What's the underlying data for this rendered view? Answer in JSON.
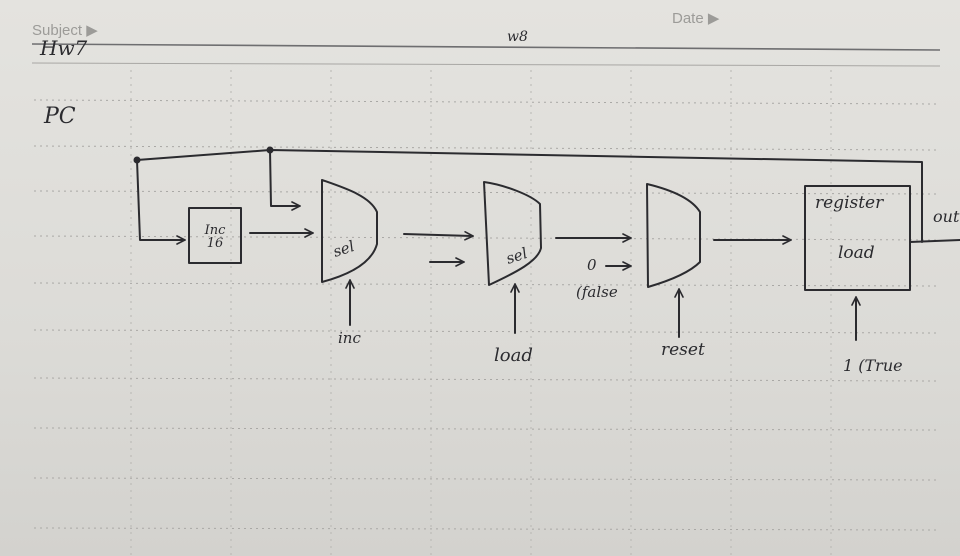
{
  "header": {
    "subject_label": "Subject ▶",
    "date_label": "Date ▶",
    "subject_value": "Hw7",
    "date_value": "w8"
  },
  "diagram": {
    "title": "PC",
    "blocks": {
      "inc16": "Inc 16",
      "mux1": "sel",
      "mux2": "sel",
      "register_line1": "register",
      "register_line2": "load"
    },
    "controls": {
      "mux1_control": "inc",
      "mux2_control": "load",
      "mux3_control": "reset",
      "register_load": "1 (True"
    },
    "inputs": {
      "false_value": "0",
      "false_label": "(false"
    },
    "output": "out"
  }
}
